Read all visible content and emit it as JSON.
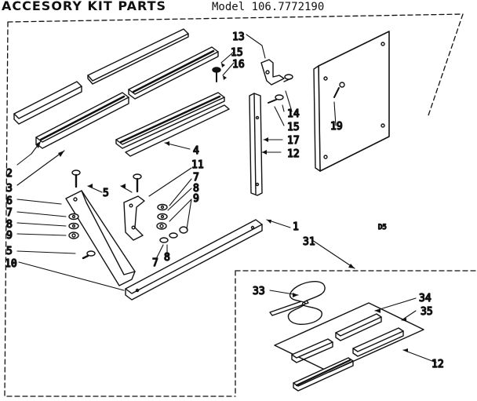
{
  "title": "ACCESORY KIT PARTS",
  "model": "Model 106.7772190",
  "callouts": {
    "c1": "1",
    "c2": "2",
    "c3": "3",
    "c4": "4",
    "c5a": "5",
    "c5b": "5",
    "c6": "6",
    "c7a": "7",
    "c7b": "7",
    "c7c": "7",
    "c8a": "8",
    "c8b": "8",
    "c8c": "8",
    "c9a": "9",
    "c9b": "9",
    "c10": "10",
    "c11": "11",
    "c12a": "12",
    "c12b": "12",
    "c13": "13",
    "c14": "14",
    "c15a": "15",
    "c15b": "15",
    "c16": "16",
    "c17": "17",
    "c19": "19",
    "c31": "31",
    "c33": "33",
    "c34": "34",
    "c35": "35",
    "d5": "D5"
  }
}
